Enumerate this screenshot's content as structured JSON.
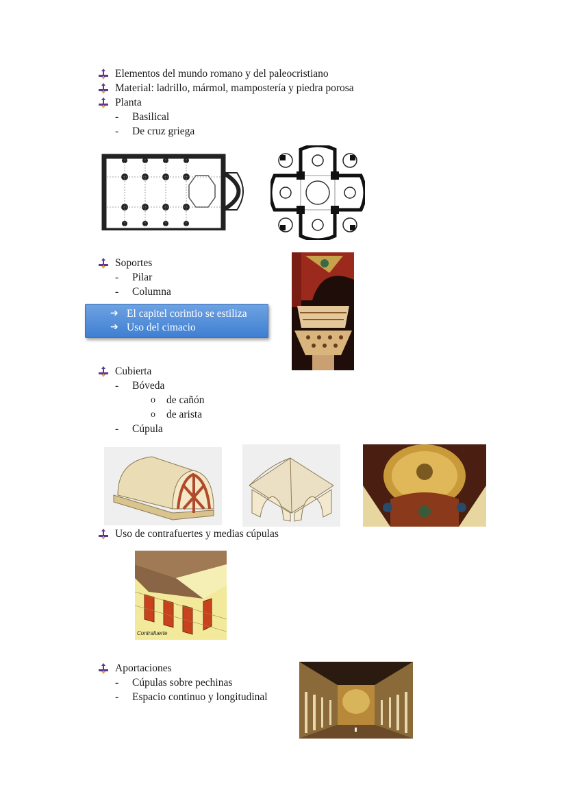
{
  "sections": {
    "intro": [
      "Elementos del mundo romano y del paleocristiano",
      "Material: ladrillo, mármol, mampostería y piedra porosa",
      "Planta"
    ],
    "planta_items": [
      "Basilical",
      "De cruz griega"
    ],
    "soportes": {
      "title": "Soportes",
      "items": [
        "Pilar",
        "Columna"
      ]
    },
    "callout": [
      "El capitel corintio se estiliza",
      "Uso del cimacio"
    ],
    "cubierta": {
      "title": "Cubierta",
      "boveda": "Bóveda",
      "boveda_types": [
        "de cañón",
        "de arista"
      ],
      "cupula": "Cúpula"
    },
    "contrafuertes": {
      "title": "Uso de contrafuertes y medias cúpulas",
      "label": "Contrafuerte"
    },
    "aportaciones": {
      "title": "Aportaciones",
      "items": [
        "Cúpulas sobre pechinas",
        "Espacio continuo y longitudinal"
      ]
    }
  },
  "glyphs": {
    "dash": "-",
    "circle": "o",
    "arrow": "➔"
  },
  "colors": {
    "callout_fill": "#4f8ede",
    "bullet_purple": "#5b3a8e",
    "bullet_orange": "#e8a13a"
  }
}
